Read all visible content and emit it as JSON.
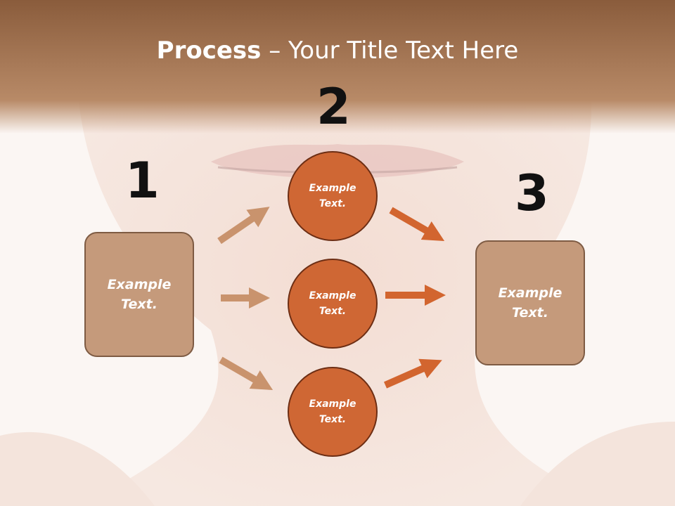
{
  "title": {
    "bold": "Process",
    "dash": " – ",
    "rest": "Your Title Text Here"
  },
  "steps": {
    "one": "1",
    "two": "2",
    "three": "3"
  },
  "left_box": {
    "text": "Example\nText."
  },
  "right_box": {
    "text": "Example\nText."
  },
  "circles": [
    {
      "text": "Example\nText."
    },
    {
      "text": "Example\nText."
    },
    {
      "text": "Example\nText."
    }
  ],
  "colors": {
    "header_brown": "#a26e4c",
    "box_fill": "#c59a7b",
    "circle_fill": "#cf6734",
    "arrow_tan": "#c9936d",
    "arrow_orange": "#d2652f"
  }
}
